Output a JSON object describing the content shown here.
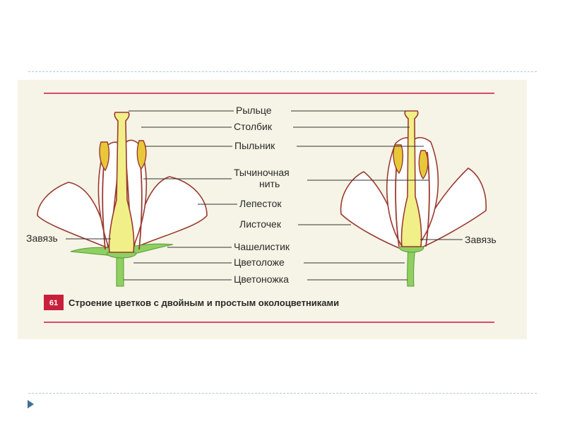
{
  "labels": {
    "stigma": "Рыльце",
    "style": "Столбик",
    "anther": "Пыльник",
    "filament_1": "Тычиночная",
    "filament_2": "нить",
    "petal": "Лепесток",
    "tepal": "Листочек",
    "sepal": "Чашелистик",
    "receptacle": "Цветоложе",
    "pedicel": "Цветоножка",
    "ovary_left": "Завязь",
    "ovary_right": "Завязь"
  },
  "caption": {
    "number": "61",
    "text": "Строение цветков с двойным и простым околоцветниками"
  },
  "colors": {
    "background": "#f6f4e6",
    "rule": "#d84a6a",
    "badge": "#c8203c",
    "outline": "#9a3a30",
    "pistil": "#f1ef88",
    "anther": "#e8c83a",
    "green": "#8fd060"
  }
}
